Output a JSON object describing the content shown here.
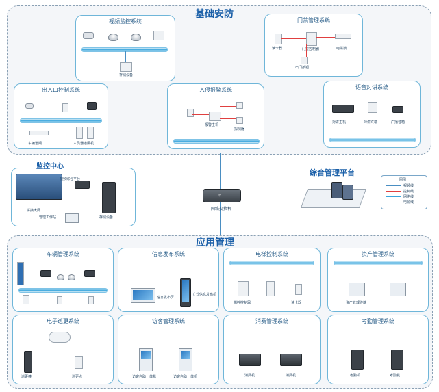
{
  "regions": {
    "basic_security": "基础安防",
    "application_mgmt": "应用管理"
  },
  "panels": {
    "video": "视频监控系统",
    "door": "门禁管理系统",
    "entrance": "出入口控制系统",
    "alarm": "入侵报警系统",
    "intercom": "语音对讲系统",
    "monitor_center": "监控中心",
    "platform": "综合管理平台",
    "vehicle": "车辆管理系统",
    "info": "信息发布系统",
    "elevator": "电梯控制系统",
    "asset": "资产管理系统",
    "patrol": "电子巡更系统",
    "visitor": "访客管理系统",
    "consume": "消费管理系统",
    "attendance": "考勤管理系统"
  },
  "labels": {
    "network_switch": "网络交换机",
    "video_wall": "拼接大屏",
    "decoder_platform": "视频综合平台",
    "workstation": "管理工作站",
    "storage": "存储设备",
    "reader": "读卡器",
    "controller": "门禁控制器",
    "lock": "电磁锁",
    "exit_btn": "出门按钮",
    "gate": "人员通道闸机",
    "barrier": "车辆道闸",
    "alarm_host": "报警主机",
    "detector": "探测器",
    "intercom_host": "对讲主机",
    "intercom_term": "对讲终端",
    "speaker": "广播音箱",
    "release_screen": "信息发布屏",
    "totem": "立式信息发布机",
    "elevator_ctrl": "梯控控制器",
    "elevator_reader": "读卡器",
    "asset_term": "资产管理终端",
    "patrol_stick": "巡更棒",
    "patrol_point": "巡更点",
    "visitor_term": "访客自助一体机",
    "pos": "消费机",
    "attendance_term": "考勤机"
  },
  "legend": {
    "title": "图例",
    "items": [
      "视频线",
      "控制线",
      "网络线",
      "电源线"
    ]
  },
  "colors": {
    "bus": "#3aa6dd",
    "panel_border": "#6fb6d9",
    "region_title": "#1a5fa8",
    "red_link": "#e04040"
  },
  "icons": [
    "bullet-camera-icon",
    "dome-camera-icon",
    "server-icon",
    "switch-icon",
    "card-reader-icon",
    "monitor-icon",
    "kiosk-icon",
    "pos-terminal-icon",
    "cloud-icon"
  ]
}
